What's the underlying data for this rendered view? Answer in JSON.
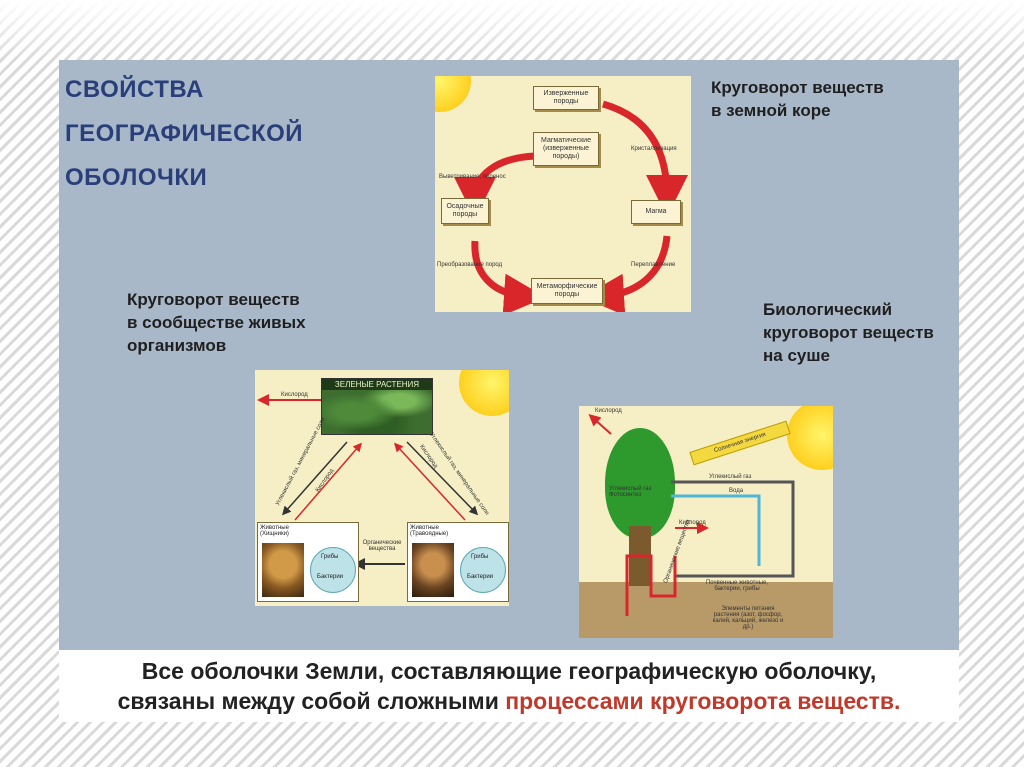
{
  "slide": {
    "title_line1": "СВОЙСТВА ГЕОГРАФИЧЕСКОЙ",
    "title_line2": "ОБОЛОЧКИ",
    "caption_line1": "Все оболочки Земли, составляющие географическую оболочку,",
    "caption_line2_prefix": "связаны между собой сложными ",
    "caption_line2_highlight": "процессами круговорота веществ."
  },
  "crust_cycle": {
    "heading_line1": "Круговорот веществ",
    "heading_line2": "в земной коре",
    "boxes": {
      "igneous_top": "Изверженные породы",
      "magmatic": "Магматические (изверженные породы)",
      "sedimentary": "Осадочные породы",
      "magma": "Магма",
      "metamorphic": "Метаморфические породы"
    },
    "arrow_labels": {
      "weathering": "Выветривание, перенос",
      "crystallization": "Кристаллизация",
      "transformation": "Преобразование пород",
      "remelting": "Переплавление"
    }
  },
  "organism_cycle": {
    "heading_line1": "Круговорот веществ",
    "heading_line2": "в сообществе живых",
    "heading_line3": "организмов",
    "plants_title": "ЗЕЛЕНЫЕ РАСТЕНИЯ",
    "oxygen": "Кислород",
    "co2_minerals": "Углекислый газ, минеральные соли",
    "oxygen_left": "Кислород",
    "oxygen_right": "Кислород",
    "co2_minerals_right": "Углекислый газ, минеральные соли",
    "organic_matter": "Органические вещества",
    "predators": "Животные (Хищники)",
    "herbivores": "Животные (Травоядные)",
    "fungi": "Грибы",
    "bacteria": "Бактерии",
    "fungi2": "Грибы",
    "bacteria2": "Бактерии"
  },
  "bio_cycle": {
    "heading_line1": "Биологический",
    "heading_line2": "круговорот веществ",
    "heading_line3": "на суше",
    "oxygen_top": "Кислород",
    "solar_energy": "Солнечная энергия",
    "co2": "Углекислый газ",
    "co2_photosynthesis": "Углекислый газ Фотосинтез",
    "water": "Вода",
    "oxygen_mid": "Кислород",
    "decomposers": "Почвенные животные, бактерии, грибы",
    "nutrients": "Элементы питания растения (азот, фосфор, калий, кальций, железо и др.)",
    "organic_label": "Органические вещества"
  },
  "colors": {
    "title": "#2a3f7a",
    "arrow_red": "#d9262b",
    "panel_bg": "#f6efc6",
    "slide_bg": "#a9b8c9"
  }
}
